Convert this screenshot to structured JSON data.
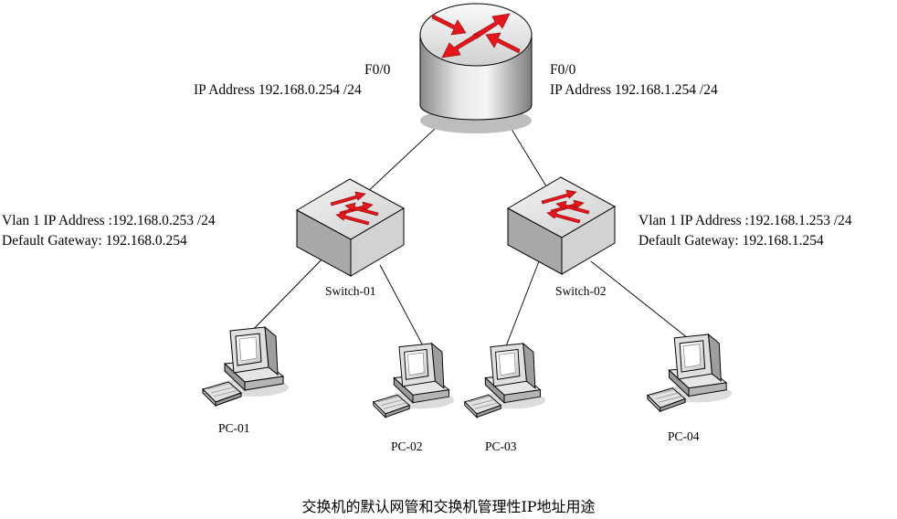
{
  "router": {
    "left_port": "F0/0",
    "left_ip": "IP Address 192.168.0.254 /24",
    "right_port": "F0/0",
    "right_ip": "IP Address 192.168.1.254 /24"
  },
  "switches": [
    {
      "name": "Switch-01",
      "vlan_ip": "Vlan 1 IP Address :192.168.0.253 /24",
      "gateway": "Default Gateway: 192.168.0.254"
    },
    {
      "name": "Switch-02",
      "vlan_ip": "Vlan 1 IP Address :192.168.1.253 /24",
      "gateway": "Default Gateway: 192.168.1.254"
    }
  ],
  "pcs": [
    "PC-01",
    "PC-02",
    "PC-03",
    "PC-04"
  ],
  "caption": "交换机的默认网管和交换机管理性IP地址用途",
  "colors": {
    "arrow": "#e8161c",
    "device_body": "#d6d6d6",
    "line": "#000000"
  }
}
